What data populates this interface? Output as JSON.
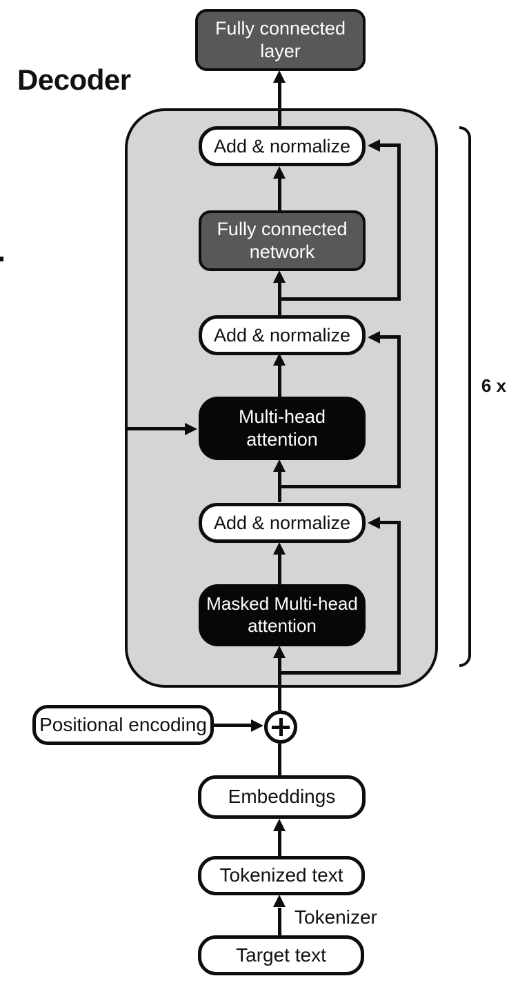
{
  "title": "Decoder",
  "repeat_label": "6 x",
  "nodes": {
    "fully_connected_layer": "Fully connected\nlayer",
    "add_normalize_top": "Add & normalize",
    "fully_connected_network": "Fully connected\nnetwork",
    "add_normalize_middle": "Add & normalize",
    "multi_head_attention": "Multi-head\nattention",
    "add_normalize_bottom": "Add & normalize",
    "masked_multi_head_attention": "Masked Multi-head\nattention",
    "positional_encoding": "Positional encoding",
    "embeddings": "Embeddings",
    "tokenized_text": "Tokenized text",
    "target_text": "Target text"
  },
  "edge_labels": {
    "tokenizer": "Tokenizer"
  },
  "icons": {
    "plus_icon": "+"
  },
  "colors": {
    "container_fill": "#d5d5d5",
    "dark_box_fill": "#58585a",
    "black_box_fill": "#070707",
    "line": "#0d0d0d",
    "text_dark": "#111111",
    "text_light": "#ffffff"
  }
}
